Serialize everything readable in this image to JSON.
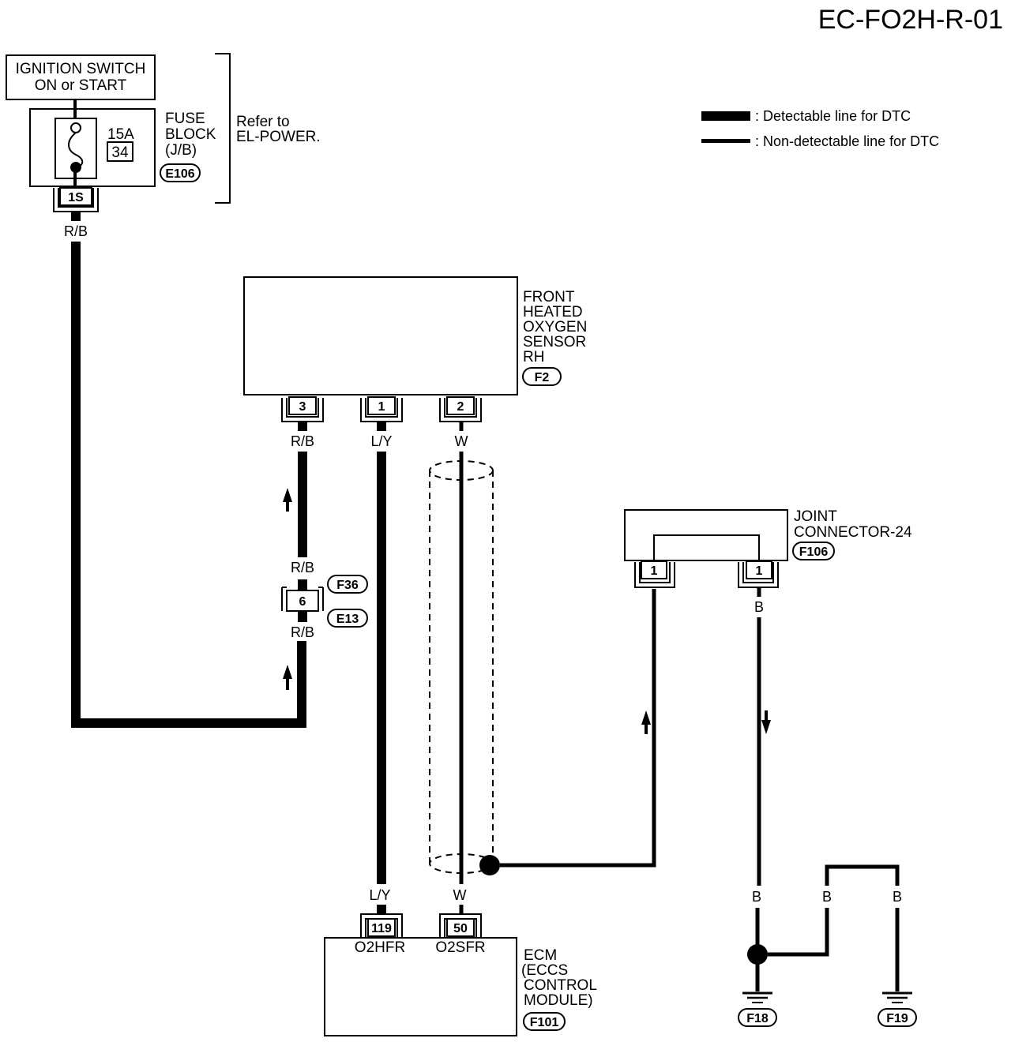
{
  "title": "EC-FO2H-R-01",
  "legend": {
    "detectable": ": Detectable line for DTC",
    "non_detectable": ": Non-detectable line for DTC"
  },
  "ignition": {
    "line1": "IGNITION SWITCH",
    "line2": "ON or START"
  },
  "fuse_block": {
    "amps": "15A",
    "number": "34",
    "label1": "FUSE",
    "label2": "BLOCK",
    "label3": "(J/B)",
    "connector": "E106",
    "pin": "1S"
  },
  "refer": {
    "line1": "Refer to",
    "line2": "EL-POWER."
  },
  "sensor": {
    "lines": [
      "FRONT",
      "HEATED",
      "OXYGEN",
      "SENSOR",
      "RH"
    ],
    "connector": "F2",
    "pins": [
      "3",
      "1",
      "2"
    ]
  },
  "wires": {
    "rb": "R/B",
    "ly": "L/Y",
    "w": "W",
    "b": "B"
  },
  "inline_connector": {
    "pin": "6",
    "upper": "F36",
    "lower": "E13"
  },
  "joint": {
    "line1": "JOINT",
    "line2": "CONNECTOR-24",
    "connector": "F106",
    "pin_left": "1",
    "pin_right": "1"
  },
  "ecm": {
    "pin_119": "119",
    "pin_50": "50",
    "sig1": "O2HFR",
    "sig2": "O2SFR",
    "lines": [
      "ECM",
      "(ECCS",
      "CONTROL",
      "MODULE)"
    ],
    "connector": "F101"
  },
  "grounds": {
    "g1": "F18",
    "g2": "F19"
  }
}
